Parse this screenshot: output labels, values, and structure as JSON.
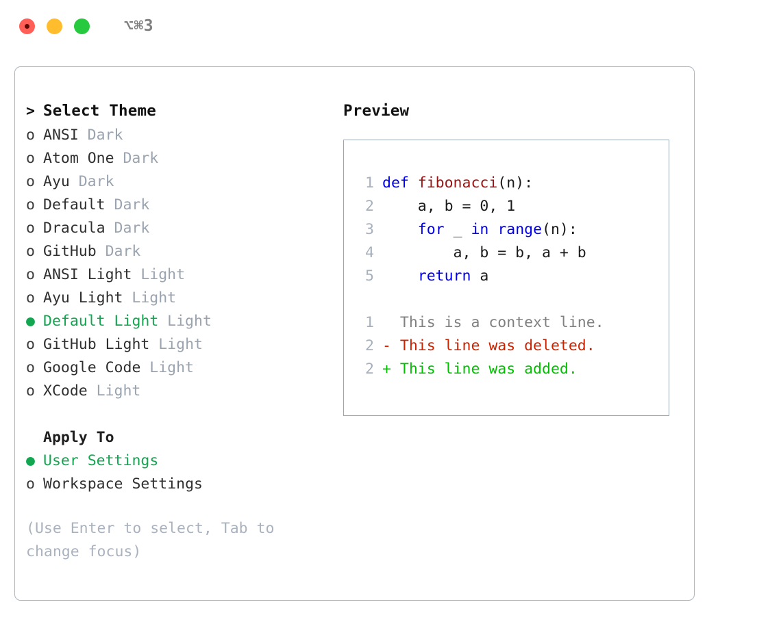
{
  "titlebar": {
    "shortcut": "⌥⌘3",
    "lights": [
      {
        "name": "close",
        "color": "#ff5f56"
      },
      {
        "name": "minimize",
        "color": "#ffbd2e"
      },
      {
        "name": "maximize",
        "color": "#27c93f"
      }
    ]
  },
  "theme_picker": {
    "heading_marker": ">",
    "heading": "Select Theme",
    "marker_unselected": "o",
    "marker_selected": "●",
    "items": [
      {
        "name": "ANSI",
        "variant": "Dark",
        "selected": false
      },
      {
        "name": "Atom One",
        "variant": "Dark",
        "selected": false
      },
      {
        "name": "Ayu",
        "variant": "Dark",
        "selected": false
      },
      {
        "name": "Default",
        "variant": "Dark",
        "selected": false
      },
      {
        "name": "Dracula",
        "variant": "Dark",
        "selected": false
      },
      {
        "name": "GitHub",
        "variant": "Dark",
        "selected": false
      },
      {
        "name": "ANSI Light",
        "variant": "Light",
        "selected": false
      },
      {
        "name": "Ayu Light",
        "variant": "Light",
        "selected": false
      },
      {
        "name": "Default Light",
        "variant": "Light",
        "selected": true
      },
      {
        "name": "GitHub Light",
        "variant": "Light",
        "selected": false
      },
      {
        "name": "Google Code",
        "variant": "Light",
        "selected": false
      },
      {
        "name": "XCode",
        "variant": "Light",
        "selected": false
      }
    ]
  },
  "apply_to": {
    "heading": "Apply To",
    "options": [
      {
        "label": "User Settings",
        "selected": true
      },
      {
        "label": "Workspace Settings",
        "selected": false
      }
    ]
  },
  "hint": "(Use Enter to select, Tab to change focus)",
  "preview": {
    "title": "Preview",
    "code_lines": [
      {
        "num": "1",
        "tokens": [
          {
            "t": "def ",
            "k": "kw"
          },
          {
            "t": "fibonacci",
            "k": "fn"
          },
          {
            "t": "(n):",
            "k": "pl"
          }
        ]
      },
      {
        "num": "2",
        "tokens": [
          {
            "t": "    a, b = 0, 1",
            "k": "pl"
          }
        ]
      },
      {
        "num": "3",
        "tokens": [
          {
            "t": "    ",
            "k": "pl"
          },
          {
            "t": "for",
            "k": "kw"
          },
          {
            "t": " _ ",
            "k": "pl"
          },
          {
            "t": "in",
            "k": "kw"
          },
          {
            "t": " ",
            "k": "pl"
          },
          {
            "t": "range",
            "k": "kw"
          },
          {
            "t": "(n):",
            "k": "pl"
          }
        ]
      },
      {
        "num": "4",
        "tokens": [
          {
            "t": "        a, b = b, a + b",
            "k": "pl"
          }
        ]
      },
      {
        "num": "5",
        "tokens": [
          {
            "t": "    ",
            "k": "pl"
          },
          {
            "t": "return",
            "k": "kw"
          },
          {
            "t": " a",
            "k": "pl"
          }
        ]
      }
    ],
    "diff_lines": [
      {
        "num": "1",
        "text": "  This is a context line.",
        "k": "ctx"
      },
      {
        "num": "2",
        "text": "- This line was deleted.",
        "k": "del"
      },
      {
        "num": "2",
        "text": "+ This line was added.",
        "k": "add"
      }
    ]
  },
  "colors": {
    "accent_green": "#12a650",
    "diff_add": "#00c000",
    "diff_del": "#cc2200",
    "keyword": "#0000ee",
    "function": "#9c1414",
    "muted": "#9aa3b0",
    "border": "#aab4c2"
  }
}
